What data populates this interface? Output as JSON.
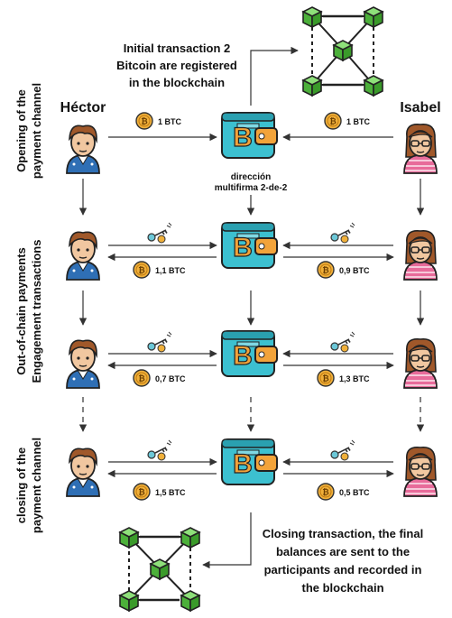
{
  "participants": {
    "left": "Héctor",
    "right": "Isabel"
  },
  "notes": {
    "open": [
      "Initial transaction 2",
      "Bitcoin are registered",
      "in the blockchain"
    ],
    "close": [
      "Closing transaction, the final",
      "balances are sent to the",
      "participants and recorded in",
      "the blockchain"
    ]
  },
  "multisig": [
    "dirección",
    "multifirma 2-de-2"
  ],
  "phases": {
    "opening": [
      "Opening of the",
      "payment channel"
    ],
    "offchain": [
      "Out-of-chain payments",
      "Engagement transactions"
    ],
    "closing": [
      "closing of the",
      "payment channel"
    ]
  },
  "rows": [
    {
      "left_amount": "1 BTC",
      "right_amount": "1 BTC"
    },
    {
      "left_amount": "1,1 BTC",
      "right_amount": "0,9 BTC"
    },
    {
      "left_amount": "0,7 BTC",
      "right_amount": "1,3 BTC"
    },
    {
      "left_amount": "1,5 BTC",
      "right_amount": "0,5 BTC"
    }
  ],
  "colors": {
    "blockchain_green": "#5ec24a",
    "wallet_teal": "#3cc0d0",
    "wallet_orange": "#f2a33a",
    "coin": "#f0b03a",
    "key": "#6cc8d8"
  }
}
